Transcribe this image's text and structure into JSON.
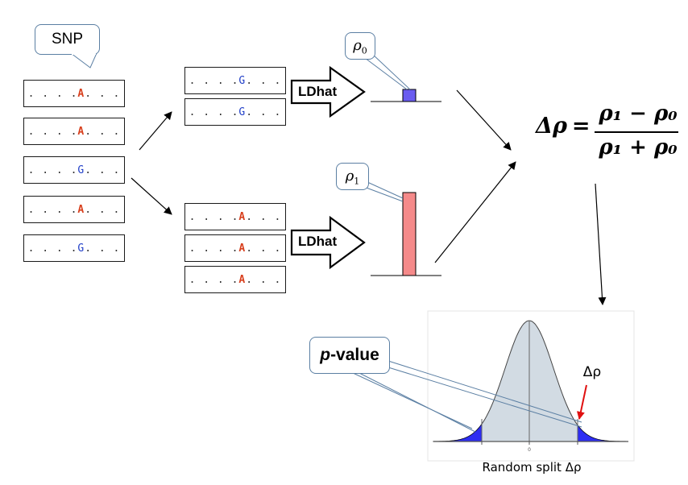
{
  "snp_callout": {
    "label": "SNP"
  },
  "dots": ". . . .",
  "dots_after": ". . .",
  "all_sequences": [
    {
      "base": "A"
    },
    {
      "base": "A"
    },
    {
      "base": "G"
    },
    {
      "base": "A"
    },
    {
      "base": "G"
    }
  ],
  "group_G": [
    {
      "base": "G"
    },
    {
      "base": "G"
    }
  ],
  "group_A": [
    {
      "base": "A"
    },
    {
      "base": "A"
    },
    {
      "base": "A"
    }
  ],
  "ldhat": {
    "top_label": "LDhat",
    "bottom_label": "LDhat"
  },
  "rho0": {
    "symbol": "ρ",
    "subscript": "0",
    "color": "#6a5cf0"
  },
  "rho1": {
    "symbol": "ρ",
    "subscript": "1",
    "color": "#f58a8a"
  },
  "formula": {
    "lhs": "Δρ",
    "equals": "=",
    "numerator": "ρ₁ − ρ₀",
    "denominator": "ρ₁ + ρ₀"
  },
  "pvalue_callout": {
    "p": "p",
    "rest": "-value"
  },
  "null_distribution": {
    "zero_tick": "0",
    "observed_label": "Δρ",
    "xlabel": "Random split Δρ",
    "fill_color": "#d2dbe3",
    "tail_color": "#2d2df2",
    "marker_color": "#e01010"
  }
}
